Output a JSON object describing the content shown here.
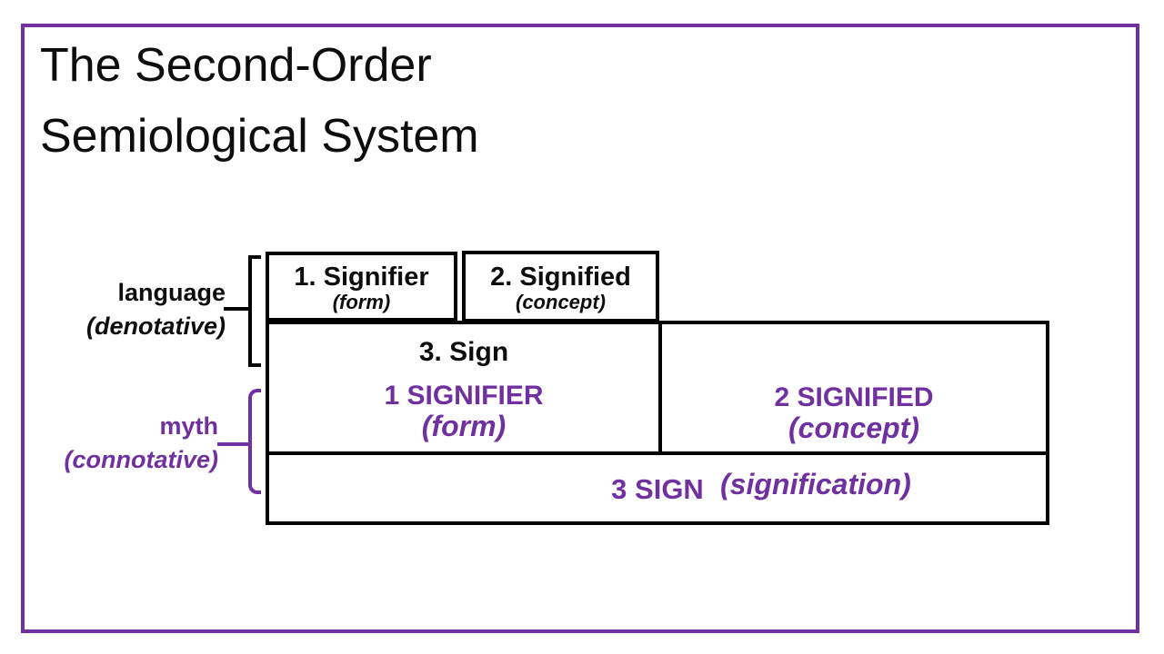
{
  "colors": {
    "purple": "#7030A0",
    "black": "#0D0D0D"
  },
  "title": {
    "line1": "The Second-Order",
    "line2": "Semiological System"
  },
  "labels": {
    "language": {
      "name": "language",
      "sub": "(denotative)"
    },
    "myth": {
      "name": "myth",
      "sub": "(connotative)"
    }
  },
  "first_order": {
    "signifier": {
      "title": "1. Signifier",
      "sub": "(form)"
    },
    "signified": {
      "title": "2. Signified",
      "sub": "(concept)"
    },
    "sign": {
      "title": "3. Sign"
    }
  },
  "second_order": {
    "signifier": {
      "title": "1 SIGNIFIER",
      "sub": "(form)"
    },
    "signified": {
      "title": "2 SIGNIFIED",
      "sub": "(concept)"
    },
    "sign": {
      "title": "3 SIGN",
      "sub": "(signification)"
    }
  }
}
